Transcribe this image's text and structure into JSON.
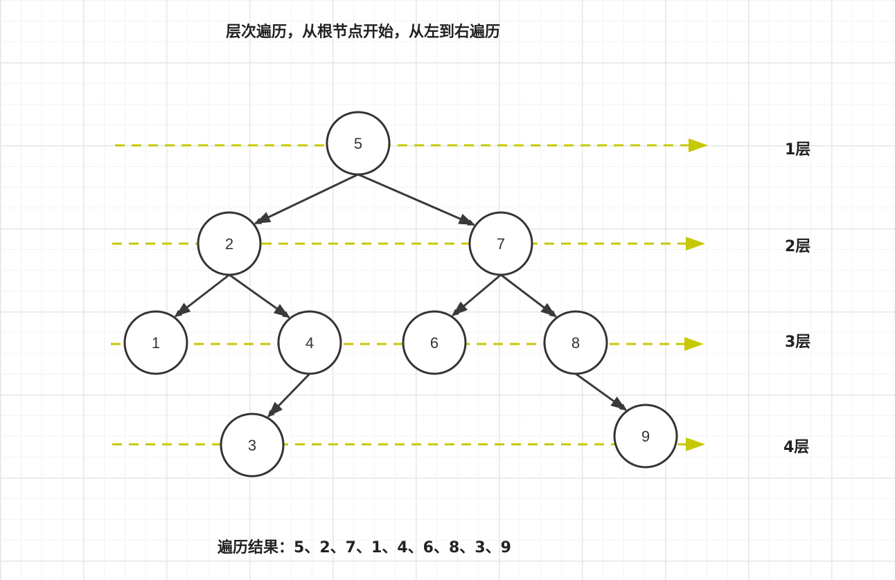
{
  "title": "层次遍历，从根节点开始，从左到右遍历",
  "result": {
    "label": "遍历结果：",
    "values": [
      "5",
      "2",
      "7",
      "1",
      "4",
      "6",
      "8",
      "3",
      "9"
    ],
    "separator": "、"
  },
  "levels": [
    {
      "label": "1层"
    },
    {
      "label": "2层"
    },
    {
      "label": "3层"
    },
    {
      "label": "4层"
    }
  ],
  "nodes": [
    {
      "id": "n5",
      "label": "5"
    },
    {
      "id": "n2",
      "label": "2"
    },
    {
      "id": "n7",
      "label": "7"
    },
    {
      "id": "n1",
      "label": "1"
    },
    {
      "id": "n4",
      "label": "4"
    },
    {
      "id": "n6",
      "label": "6"
    },
    {
      "id": "n8",
      "label": "8"
    },
    {
      "id": "n3",
      "label": "3"
    },
    {
      "id": "n9",
      "label": "9"
    }
  ],
  "edges": [
    {
      "from": "n5",
      "to": "n2"
    },
    {
      "from": "n5",
      "to": "n7"
    },
    {
      "from": "n2",
      "to": "n1"
    },
    {
      "from": "n2",
      "to": "n4"
    },
    {
      "from": "n7",
      "to": "n6"
    },
    {
      "from": "n7",
      "to": "n8"
    },
    {
      "from": "n4",
      "to": "n3"
    },
    {
      "from": "n8",
      "to": "n9"
    }
  ],
  "colors": {
    "level_line": "#c6c800",
    "node_stroke": "#333333",
    "edge": "#3a3a3a",
    "grid": "#e6e6e6"
  }
}
